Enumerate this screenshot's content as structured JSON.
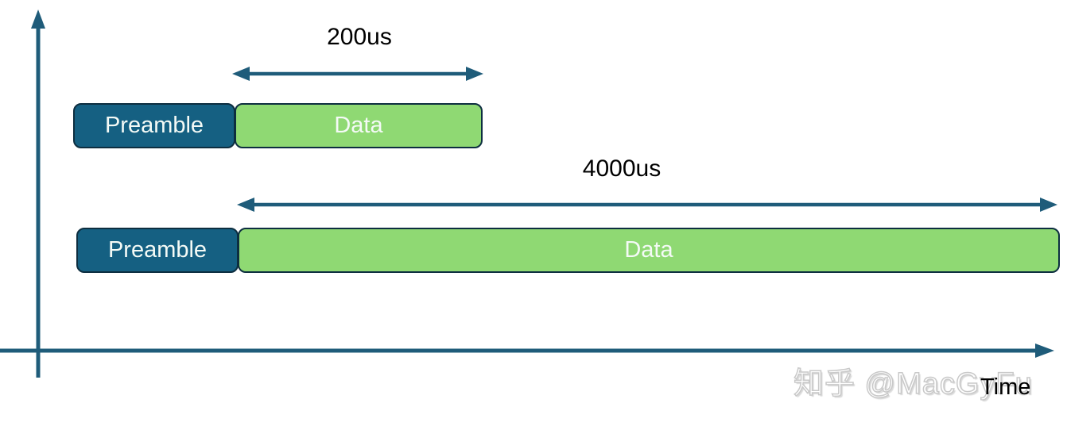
{
  "diagram": {
    "rows": [
      {
        "preamble_label": "Preamble",
        "data_label": "Data",
        "duration_label": "200us"
      },
      {
        "preamble_label": "Preamble",
        "data_label": "Data",
        "duration_label": "4000us"
      }
    ],
    "axis": {
      "x_label": "Time"
    },
    "watermark": "知乎 @MacGyFu",
    "colors": {
      "axis_and_arrows": "#1f5c7a",
      "preamble_fill": "#156082",
      "data_fill": "#8fd973",
      "box_border": "#0d2e40",
      "box_text": "#f4faf6",
      "label_text": "#000000",
      "watermark_text": "#c9c9c9"
    }
  }
}
